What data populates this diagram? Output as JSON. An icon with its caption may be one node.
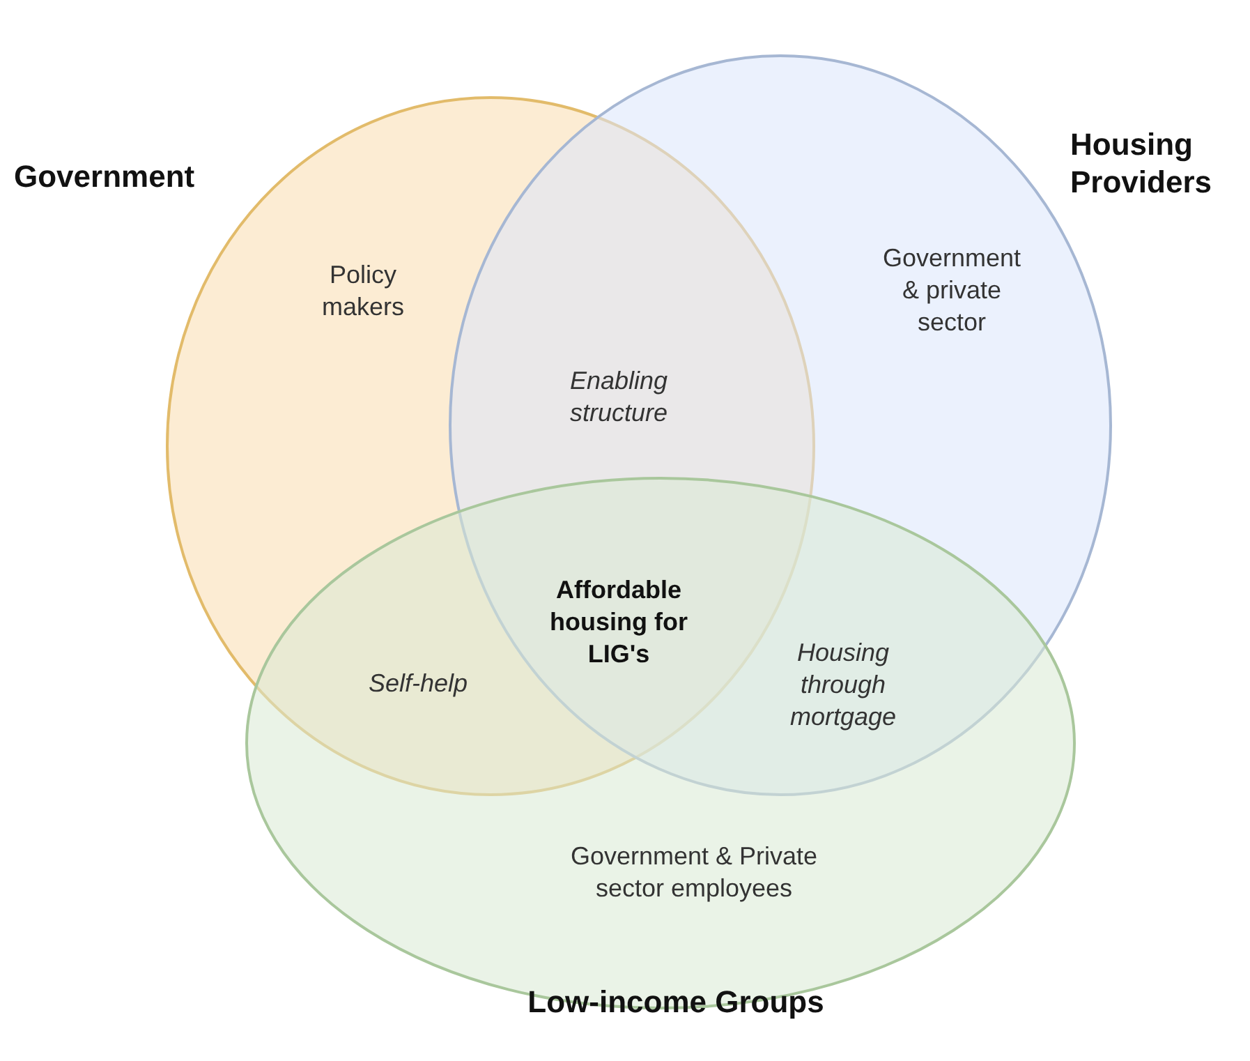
{
  "diagram": {
    "nodes": [
      {
        "text": [
          "Government",
          "Policy makers"
        ]
      },
      {
        "text": [
          "Housing Providers",
          "Government & private sector"
        ]
      },
      {
        "text": [
          "Government & Private sector employees",
          "Low-income Groups"
        ]
      }
    ],
    "labels": [
      "Enabling structure",
      "Affordable housing for LIG's",
      "Self-help",
      "Housing through mortgage"
    ]
  }
}
